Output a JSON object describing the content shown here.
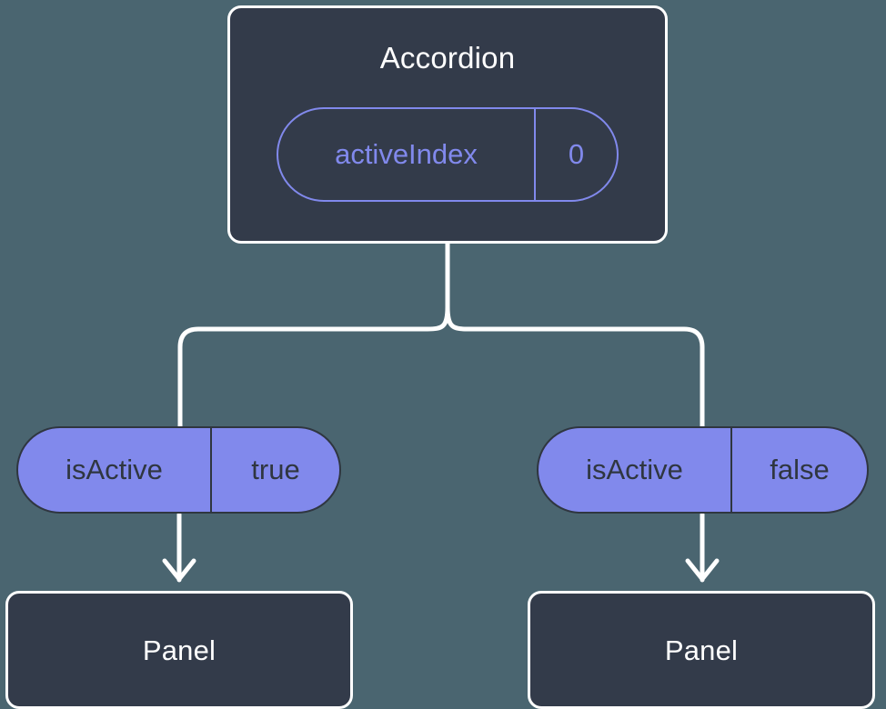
{
  "diagram": {
    "type": "component-state-tree",
    "background_color": "#4a6570",
    "node_fill_color": "#333b4a",
    "node_border_color": "#ffffff",
    "accent_color": "#8189ec",
    "connector_color": "#ffffff",
    "root": {
      "title": "Accordion",
      "state": {
        "key": "activeIndex",
        "value": "0"
      }
    },
    "branches": [
      {
        "prop": {
          "key": "isActive",
          "value": "true"
        },
        "child": {
          "title": "Panel"
        }
      },
      {
        "prop": {
          "key": "isActive",
          "value": "false"
        },
        "child": {
          "title": "Panel"
        }
      }
    ]
  }
}
